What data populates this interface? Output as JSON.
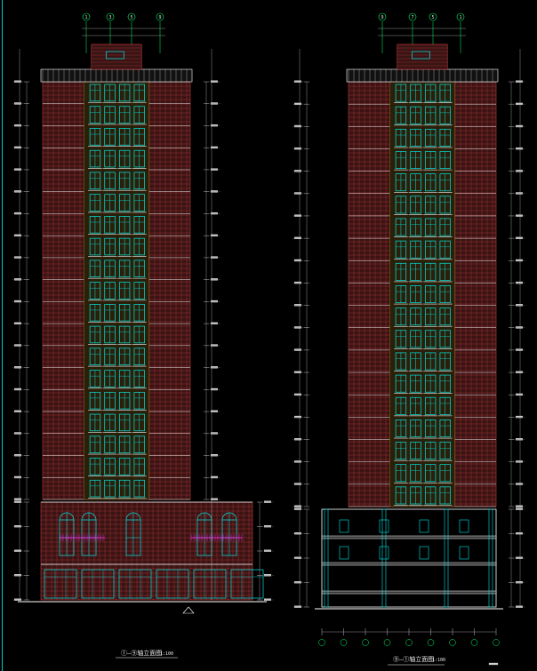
{
  "document": {
    "type": "cad-elevation-drawing",
    "background": "#000000",
    "colors": {
      "brick": "#c23a3a",
      "brick_fill": "#3a1414",
      "window": "#00e5e5",
      "mullion": "#ffffff",
      "dimension": "#b8b8b8",
      "grid_axis": "#00ff66",
      "magenta": "#ff33ff",
      "gold": "#8a6a22",
      "frame": "#00c8c8"
    }
  },
  "left_elevation": {
    "title": "①—⑨轴立面图",
    "scale": "1:100",
    "top_axis_labels": [
      "1",
      "3",
      "5",
      "9"
    ],
    "floors_repeated": 19
  },
  "right_elevation": {
    "title": "⑨—①轴立面图",
    "scale": "1:100",
    "top_axis_labels": [
      "9",
      "7",
      "5",
      "1"
    ],
    "floors_repeated": 19
  }
}
